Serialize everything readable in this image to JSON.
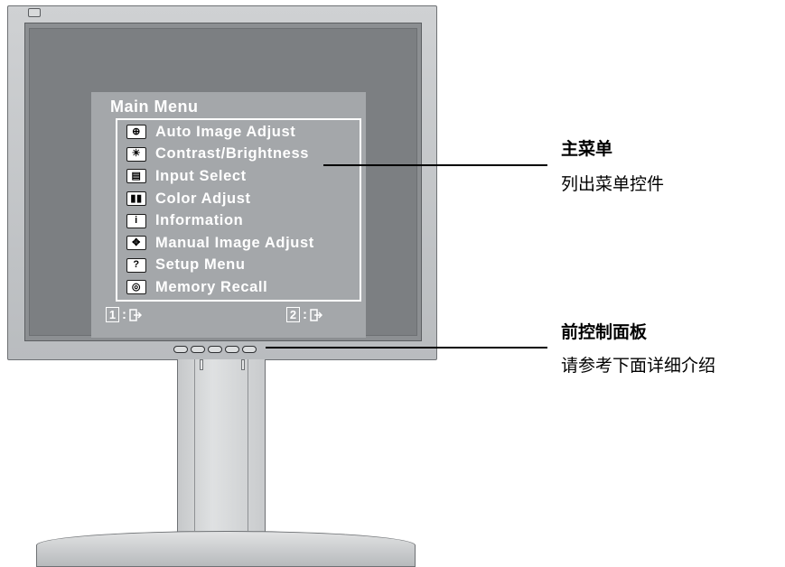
{
  "osd": {
    "title": "Main Menu",
    "items": [
      {
        "label": "Auto Image Adjust",
        "icon": "auto-adjust-icon",
        "glyph": "⊕"
      },
      {
        "label": "Contrast/Brightness",
        "icon": "brightness-icon",
        "glyph": "☀"
      },
      {
        "label": "Input Select",
        "icon": "input-select-icon",
        "glyph": "▤"
      },
      {
        "label": "Color Adjust",
        "icon": "color-adjust-icon",
        "glyph": "▮▮"
      },
      {
        "label": "Information",
        "icon": "info-icon",
        "glyph": "i"
      },
      {
        "label": "Manual Image Adjust",
        "icon": "manual-adjust-icon",
        "glyph": "✥"
      },
      {
        "label": "Setup Menu",
        "icon": "help-icon",
        "glyph": "?"
      },
      {
        "label": "Memory Recall",
        "icon": "memory-recall-icon",
        "glyph": "◎"
      }
    ],
    "footer": {
      "key1": "1",
      "key2": "2",
      "separator": ":"
    }
  },
  "callouts": {
    "main_menu": {
      "title": "主菜单",
      "desc": "列出菜单控件"
    },
    "front_panel": {
      "title": "前控制面板",
      "desc": "请参考下面详细介绍"
    }
  },
  "colors": {
    "osd_background": "#a4a7aa",
    "screen_background": "#7c7f82",
    "bezel": "#c4c6c8"
  }
}
